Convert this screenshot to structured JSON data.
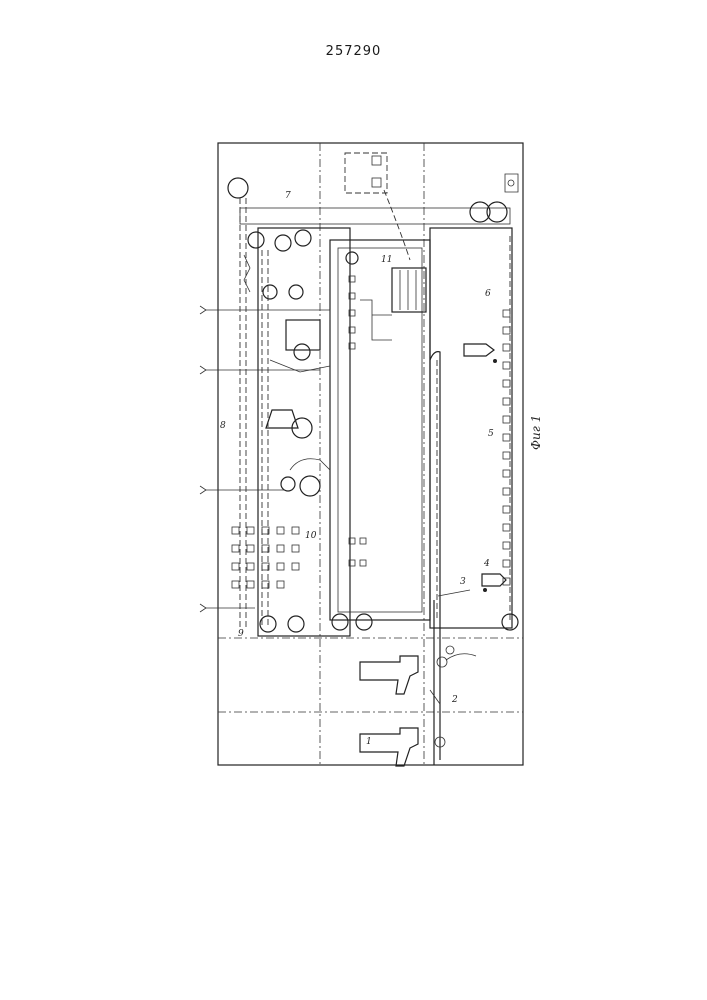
{
  "document": {
    "patent_number": "257290",
    "figure_caption": "Фиг 1"
  },
  "labels": {
    "l1": "1",
    "l2": "2",
    "l3": "3",
    "l4": "4",
    "l5": "5",
    "l6": "6",
    "l7": "7",
    "l8": "8",
    "l10": "10",
    "l11": "11",
    "l9": "9"
  },
  "colors": {
    "ink": "#222222",
    "paper": "#ffffff"
  }
}
